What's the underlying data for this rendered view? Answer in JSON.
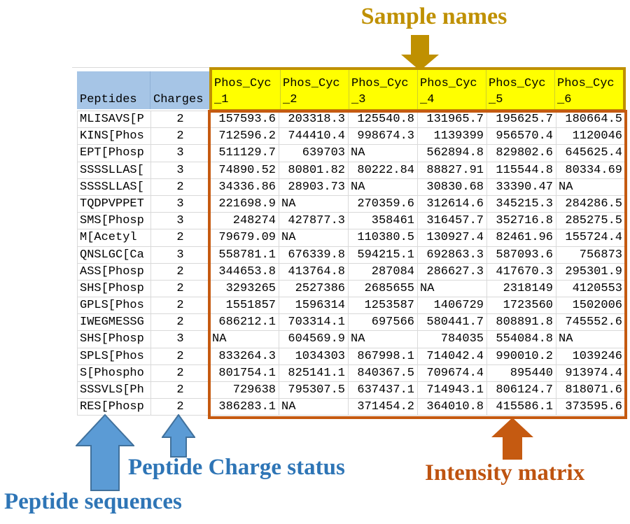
{
  "annotations": {
    "sample_names": "Sample names",
    "peptide_sequences": "Peptide sequences",
    "peptide_charge_status": "Peptide Charge status",
    "intensity_matrix": "Intensity matrix"
  },
  "table": {
    "peptides_header": "Peptides",
    "charges_header": "Charges",
    "sample_columns": [
      "Phos_Cyc_1",
      "Phos_Cyc_2",
      "Phos_Cyc_3",
      "Phos_Cyc_4",
      "Phos_Cyc_5",
      "Phos_Cyc_6"
    ],
    "rows": [
      {
        "peptide": "MLISAVS[P",
        "charge": "2",
        "values": [
          "157593.6",
          "203318.3",
          "125540.8",
          "131965.7",
          "195625.7",
          "180664.5"
        ]
      },
      {
        "peptide": "KINS[Phos",
        "charge": "2",
        "values": [
          "712596.2",
          "744410.4",
          "998674.3",
          "1139399",
          "956570.4",
          "1120046"
        ]
      },
      {
        "peptide": "EPT[Phosp",
        "charge": "3",
        "values": [
          "511129.7",
          "639703",
          "NA",
          "562894.8",
          "829802.6",
          "645625.4"
        ]
      },
      {
        "peptide": "SSSSLLAS[",
        "charge": "3",
        "values": [
          "74890.52",
          "80801.82",
          "80222.84",
          "88827.91",
          "115544.8",
          "80334.69"
        ]
      },
      {
        "peptide": "SSSSLLAS[",
        "charge": "2",
        "values": [
          "34336.86",
          "28903.73",
          "NA",
          "30830.68",
          "33390.47",
          "NA"
        ]
      },
      {
        "peptide": "TQDPVPPET",
        "charge": "3",
        "values": [
          "221698.9",
          "NA",
          "270359.6",
          "312614.6",
          "345215.3",
          "284286.5"
        ]
      },
      {
        "peptide": "SMS[Phosp",
        "charge": "3",
        "values": [
          "248274",
          "427877.3",
          "358461",
          "316457.7",
          "352716.8",
          "285275.5"
        ]
      },
      {
        "peptide": "M[Acetyl",
        "charge": "2",
        "values": [
          "79679.09",
          "NA",
          "110380.5",
          "130927.4",
          "82461.96",
          "155724.4"
        ]
      },
      {
        "peptide": "QNSLGC[Ca",
        "charge": "3",
        "values": [
          "558781.1",
          "676339.8",
          "594215.1",
          "692863.3",
          "587093.6",
          "756873"
        ]
      },
      {
        "peptide": "ASS[Phosp",
        "charge": "2",
        "values": [
          "344653.8",
          "413764.8",
          "287084",
          "286627.3",
          "417670.3",
          "295301.9"
        ]
      },
      {
        "peptide": "SHS[Phosp",
        "charge": "2",
        "values": [
          "3293265",
          "2527386",
          "2685655",
          "NA",
          "2318149",
          "4120553"
        ]
      },
      {
        "peptide": "GPLS[Phos",
        "charge": "2",
        "values": [
          "1551857",
          "1596314",
          "1253587",
          "1406729",
          "1723560",
          "1502006"
        ]
      },
      {
        "peptide": "IWEGMESSG",
        "charge": "2",
        "values": [
          "686212.1",
          "703314.1",
          "697566",
          "580441.7",
          "808891.8",
          "745552.6"
        ]
      },
      {
        "peptide": "SHS[Phosp",
        "charge": "3",
        "values": [
          "NA",
          "604569.9",
          "NA",
          "784035",
          "554084.8",
          "NA"
        ]
      },
      {
        "peptide": "SPLS[Phos",
        "charge": "2",
        "values": [
          "833264.3",
          "1034303",
          "867998.1",
          "714042.4",
          "990010.2",
          "1039246"
        ]
      },
      {
        "peptide": "S[Phospho",
        "charge": "2",
        "values": [
          "801754.1",
          "825141.1",
          "840367.5",
          "709674.4",
          "895440",
          "913974.4"
        ]
      },
      {
        "peptide": "SSSVLS[Ph",
        "charge": "2",
        "values": [
          "729638",
          "795307.5",
          "637437.1",
          "714943.1",
          "806124.7",
          "818071.6"
        ]
      },
      {
        "peptide": "RES[Phosp",
        "charge": "2",
        "values": [
          "386283.1",
          "NA",
          "371454.2",
          "364010.8",
          "415586.1",
          "373595.6"
        ]
      }
    ]
  },
  "icons": {
    "down_arrow": "block-arrow-down",
    "up_arrow_large": "block-arrow-up",
    "up_arrow_small": "block-arrow-up",
    "up_arrow_orange": "block-arrow-up"
  },
  "colors": {
    "gold": "#BF9000",
    "yellow": "#FFFF00",
    "orange": "#C55A11",
    "orange_text": "#BE5310",
    "blue_header": "#A6C5E6",
    "blue_arrow": "#5B9BD5",
    "blue_arrow_edge": "#41719C",
    "blue_text": "#2E75B6",
    "grid": "#D9D9D9"
  }
}
